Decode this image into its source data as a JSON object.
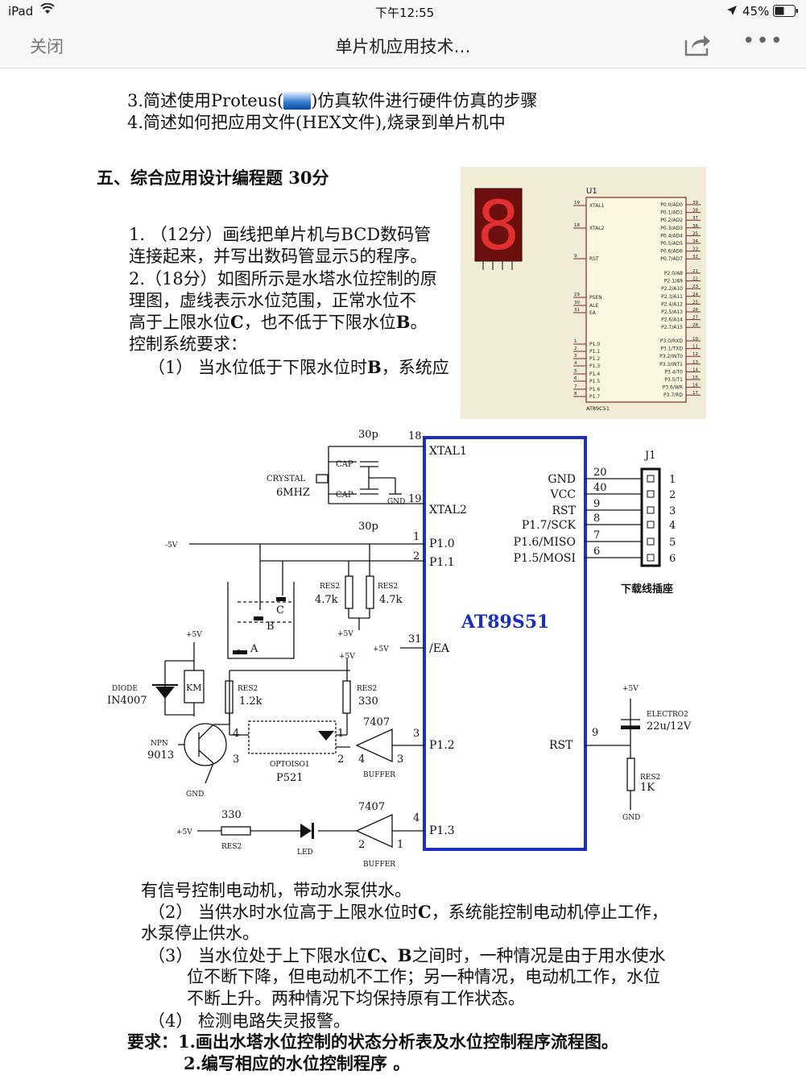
{
  "status": {
    "device": "iPad",
    "time": "下午12:55",
    "battery": "45%"
  },
  "nav": {
    "close": "关闭",
    "title": "单片机应用技术…",
    "share_icon": "share-icon",
    "more": "•••"
  },
  "doc": {
    "q3": "3.简述使用Proteus(",
    "q3b": ")仿真软件进行硬件仿真的步骤",
    "q4": "4.简述如何把应用文件(HEX文件),烧录到单片机中",
    "section": "五、综合应用设计编程题 30分",
    "p1a": "1. （12分）画线把单片机与BCD数码管",
    "p1b": "连接起来，并写出数码管显示5的程序。",
    "p2a": "2.（18分）如图所示是水塔水位控制的原",
    "p2b": "理图，虚线表示水位范围，正常水位不",
    "p2c": "高于上限水位",
    "p2c_b": "C",
    "p2c2": "，也不低于下限水位",
    "p2c_b2": "B",
    "p2c3": "。",
    "p2d": "控制系统要求：",
    "r1a": "（1） 当水位低于下限水位时",
    "r1a_b": "B",
    "r1a2": "，系统应",
    "r1b": "有信号控制电动机，带动水泵供水。",
    "r2a": "（2） 当供水时水位高于上限水位时",
    "r2a_b": "C",
    "r2a2": "，系统能控制电动机停止工作，",
    "r2b": "水泵停止供水。",
    "r3a": "（3） 当水位处于上下限水位",
    "r3a_b": "C、B",
    "r3a2": "之间时，一种情况是由于用水使水",
    "r3b": "位不断下降，但电动机不工作；另一种情况，电动机工作，水位",
    "r3c": "不断上升。两种情况下均保持原有工作状态。",
    "r4": "（4） 检测电路失灵报警。",
    "req_label": "要求：",
    "req1": "1.画出水塔水位控制的状态分析表及水位控制程序流程图。",
    "req2": "2.编写相应的水位控制程序 。"
  },
  "fig1": {
    "u1": "U1",
    "chip": "AT89C51",
    "seg_digit": "8",
    "left_pins": [
      {
        "num": "19",
        "name": "XTAL1"
      },
      {
        "num": "18",
        "name": "XTAL2"
      },
      {
        "num": "9",
        "name": "RST"
      },
      {
        "num": "29",
        "name": "PSEN"
      },
      {
        "num": "30",
        "name": "ALE"
      },
      {
        "num": "31",
        "name": "EA"
      },
      {
        "num": "1",
        "name": "P1.0"
      },
      {
        "num": "2",
        "name": "P1.1"
      },
      {
        "num": "3",
        "name": "P1.2"
      },
      {
        "num": "4",
        "name": "P1.3"
      },
      {
        "num": "5",
        "name": "P1.4"
      },
      {
        "num": "6",
        "name": "P1.5"
      },
      {
        "num": "7",
        "name": "P1.6"
      },
      {
        "num": "8",
        "name": "P1.7"
      }
    ],
    "right_pins": [
      {
        "num": "39",
        "name": "P0.0/AD0"
      },
      {
        "num": "38",
        "name": "P0.1/AD1"
      },
      {
        "num": "37",
        "name": "P0.2/AD2"
      },
      {
        "num": "36",
        "name": "P0.3/AD3"
      },
      {
        "num": "35",
        "name": "P0.4/AD4"
      },
      {
        "num": "34",
        "name": "P0.5/AD5"
      },
      {
        "num": "33",
        "name": "P0.6/AD6"
      },
      {
        "num": "32",
        "name": "P0.7/AD7"
      },
      {
        "num": "21",
        "name": "P2.0/A8"
      },
      {
        "num": "22",
        "name": "P2.1/A9"
      },
      {
        "num": "23",
        "name": "P2.2/A10"
      },
      {
        "num": "24",
        "name": "P2.3/A11"
      },
      {
        "num": "25",
        "name": "P2.4/A12"
      },
      {
        "num": "26",
        "name": "P2.5/A13"
      },
      {
        "num": "27",
        "name": "P2.6/A14"
      },
      {
        "num": "28",
        "name": "P2.7/A15"
      },
      {
        "num": "10",
        "name": "P3.0/RXD"
      },
      {
        "num": "11",
        "name": "P3.1/TXD"
      },
      {
        "num": "12",
        "name": "P3.2/INT0"
      },
      {
        "num": "13",
        "name": "P3.3/INT1"
      },
      {
        "num": "14",
        "name": "P3.4/T0"
      },
      {
        "num": "15",
        "name": "P3.5/T1"
      },
      {
        "num": "16",
        "name": "P3.6/WR"
      },
      {
        "num": "17",
        "name": "P3.7/RD"
      }
    ]
  },
  "circuit": {
    "chip": "AT89S51",
    "xtal1": "XTAL1",
    "xtal2": "XTAL2",
    "ea": "/EA",
    "p10": "P1.0",
    "p11": "P1.1",
    "p12": "P1.2",
    "p13": "P1.3",
    "rst": "RST",
    "n18": "18",
    "n19": "19",
    "n1": "1",
    "n2": "2",
    "n31": "31",
    "n3": "3",
    "n4": "4",
    "n9": "9",
    "c30p_top": "30p",
    "c30p_bot": "30p",
    "cap": "CAP",
    "crystal": "CRYSTAL",
    "mhz": "6MHZ",
    "gnd": "GND",
    "minus5v": "-5V",
    "plus5v": "+5V",
    "res2": "RES2",
    "r47k": "4.7k",
    "lvl_a": "A",
    "lvl_b": "B",
    "lvl_c": "C",
    "diode": "DIODE",
    "in4007": "IN4007",
    "km": "KM",
    "npn": "NPN",
    "t9013": "9013",
    "r12k": "1.2k",
    "r330": "330",
    "opto": "OPTOISO1",
    "p521": "P521",
    "buf7407": "7407",
    "buffer": "BUFFER",
    "led": "LED",
    "electro": "ELECTRO2",
    "cap22": "22u/12V",
    "r1k": "1K",
    "j1": "J1",
    "header_label": "下载线插座",
    "hdr_signals": [
      {
        "name": "GND",
        "pin": "20",
        "num": "1"
      },
      {
        "name": "VCC",
        "pin": "40",
        "num": "2"
      },
      {
        "name": "RST",
        "pin": "9",
        "num": "3"
      },
      {
        "name": "P1.7/SCK",
        "pin": "8",
        "num": "4"
      },
      {
        "name": "P1.6/MISO",
        "pin": "7",
        "num": "5"
      },
      {
        "name": "P1.5/MOSI",
        "pin": "6",
        "num": "6"
      }
    ]
  }
}
